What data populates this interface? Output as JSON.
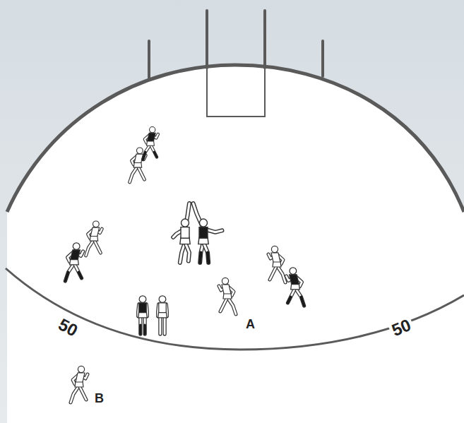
{
  "diagram": {
    "labels": [
      "50",
      "50",
      "A",
      "B"
    ]
  }
}
